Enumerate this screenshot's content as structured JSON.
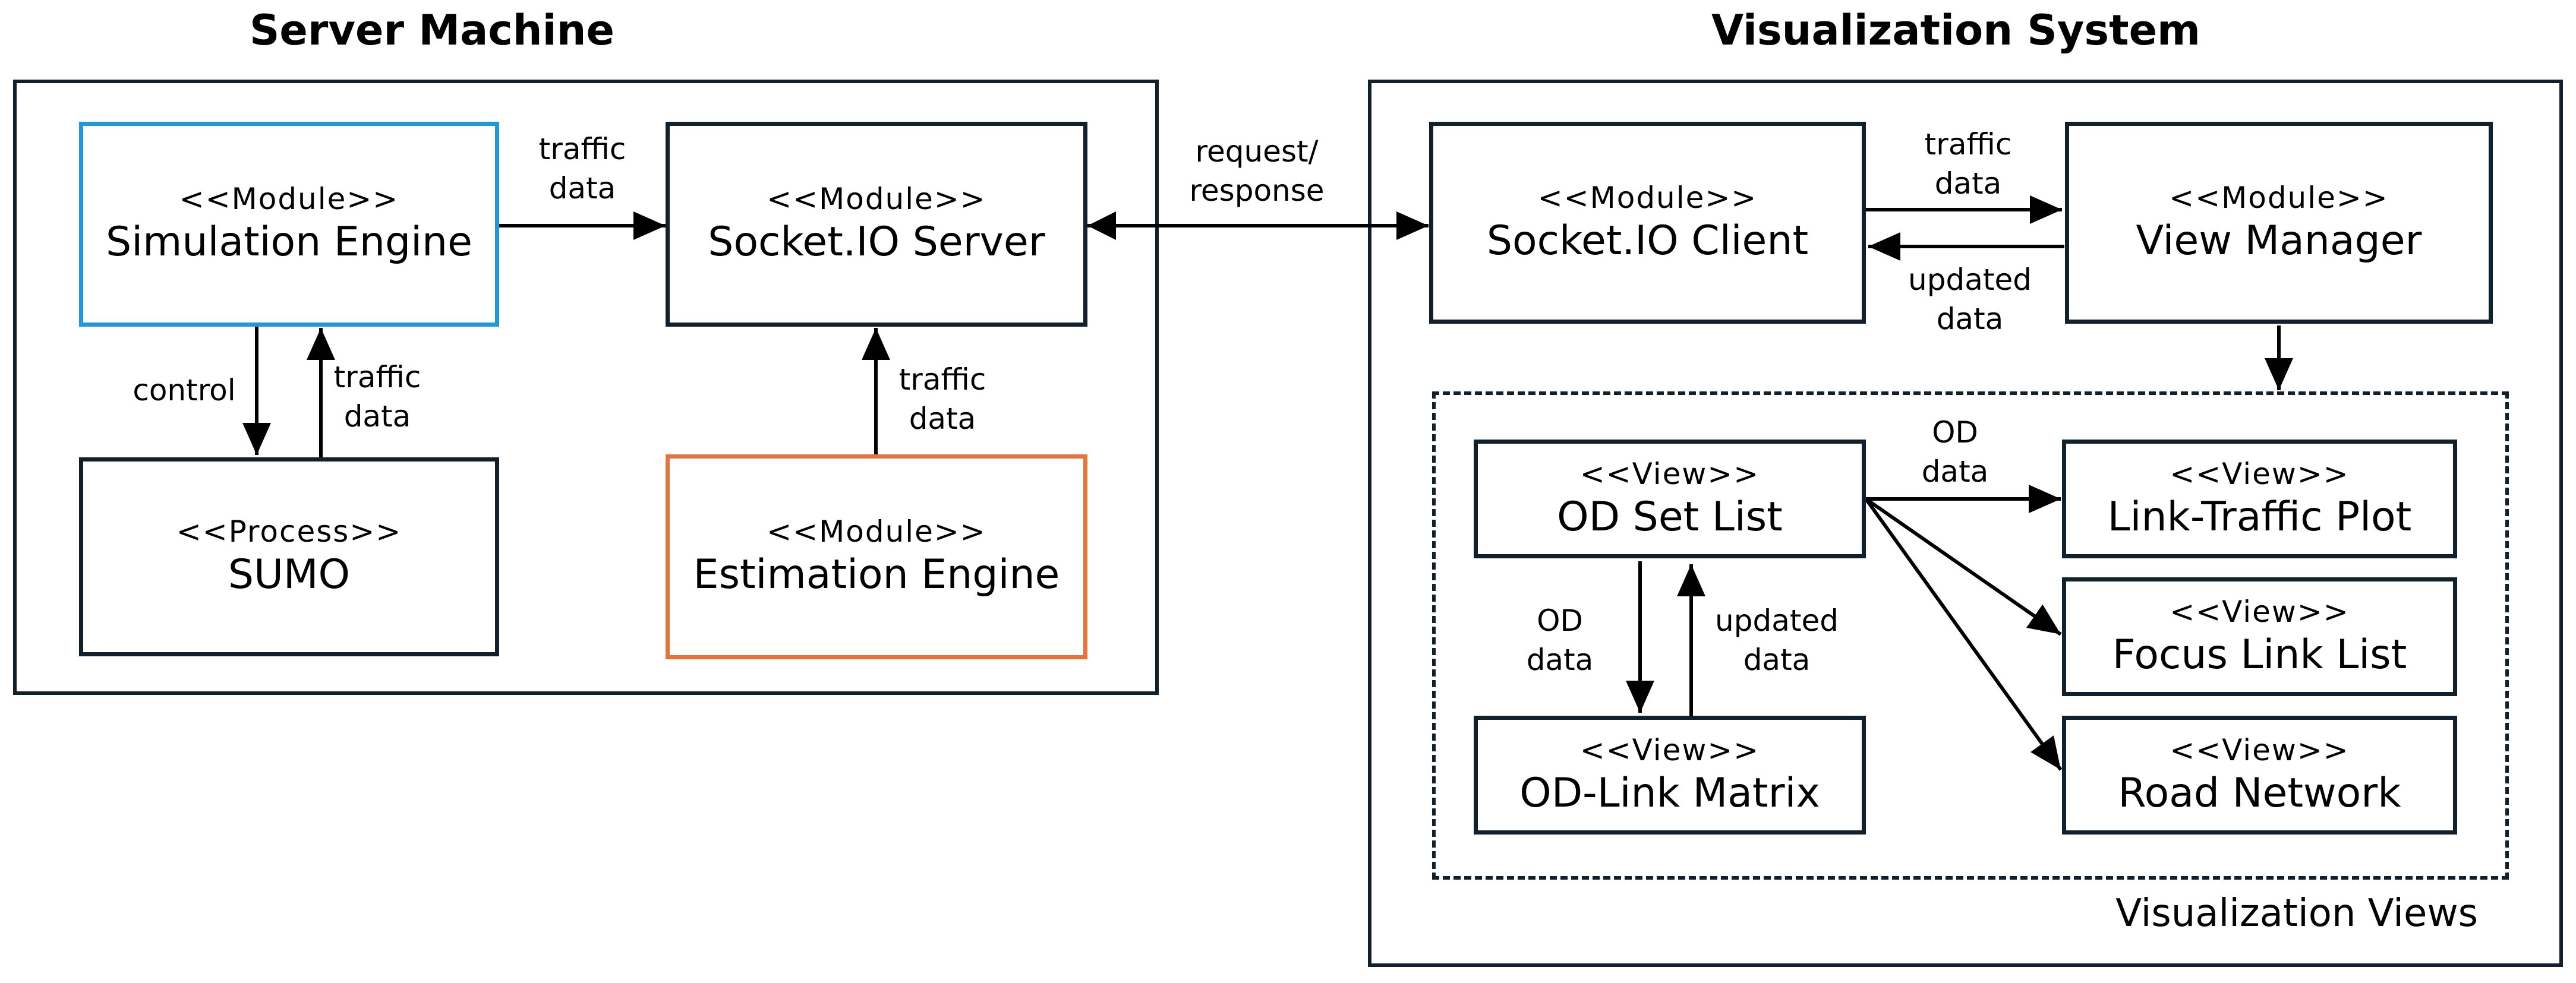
{
  "groups": {
    "server": {
      "title": "Server Machine"
    },
    "visualization": {
      "title": "Visualization System"
    },
    "views": {
      "caption": "Visualization Views"
    }
  },
  "colors": {
    "simulation_border": "#1e9bd7",
    "estimation_border": "#e8733a",
    "default_border": "#10202c"
  },
  "nodes": {
    "simulation": {
      "stereotype": "<<Module>>",
      "name": "Simulation Engine"
    },
    "server": {
      "stereotype": "<<Module>>",
      "name": "Socket.IO Server"
    },
    "sumo": {
      "stereotype": "<<Process>>",
      "name": "SUMO"
    },
    "estimation": {
      "stereotype": "<<Module>>",
      "name": "Estimation Engine"
    },
    "client": {
      "stereotype": "<<Module>>",
      "name": "Socket.IO Client"
    },
    "viewmanager": {
      "stereotype": "<<Module>>",
      "name": "View Manager"
    },
    "odset": {
      "stereotype": "<<View>>",
      "name": "OD Set List"
    },
    "odlink": {
      "stereotype": "<<View>>",
      "name": "OD-Link Matrix"
    },
    "linktraffic": {
      "stereotype": "<<View>>",
      "name": "Link-Traffic Plot"
    },
    "focuslink": {
      "stereotype": "<<View>>",
      "name": "Focus Link List"
    },
    "roadnetwork": {
      "stereotype": "<<View>>",
      "name": "Road Network"
    }
  },
  "edges": {
    "sim_to_server": {
      "line1": "traffic",
      "line2": "data"
    },
    "sim_to_sumo": {
      "line1": "control"
    },
    "sumo_to_sim": {
      "line1": "traffic",
      "line2": "data"
    },
    "est_to_server": {
      "line1": "traffic",
      "line2": "data"
    },
    "server_client": {
      "line1": "request/",
      "line2": "response"
    },
    "client_to_vm": {
      "line1": "traffic",
      "line2": "data"
    },
    "vm_to_client": {
      "line1": "updated",
      "line2": "data"
    },
    "odset_to_views": {
      "line1": "OD",
      "line2": "data"
    },
    "odset_to_odlink": {
      "line1": "OD",
      "line2": "data"
    },
    "odlink_to_odset": {
      "line1": "updated",
      "line2": "data"
    }
  }
}
